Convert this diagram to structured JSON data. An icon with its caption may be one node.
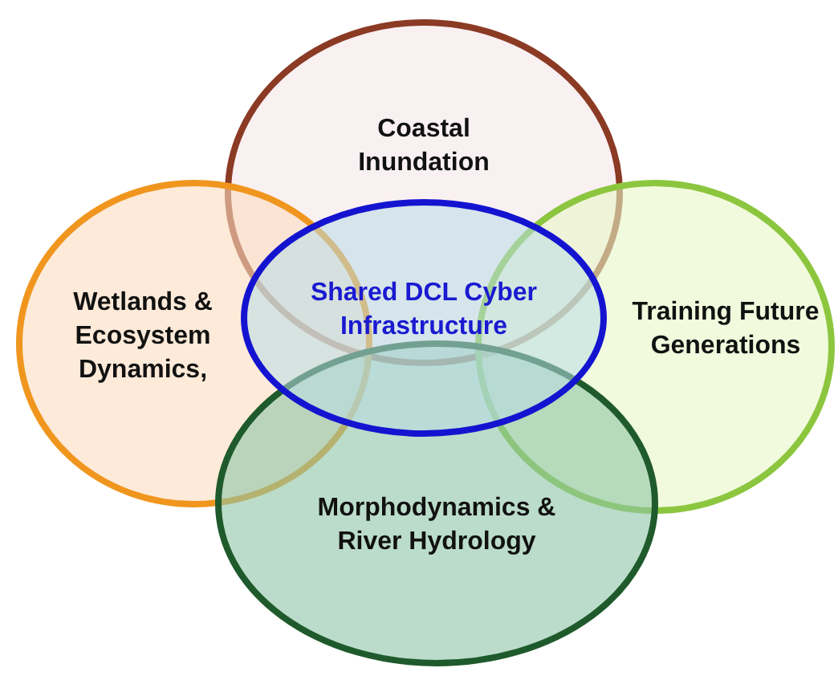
{
  "diagram": {
    "nodes": [
      {
        "text": [
          "Coastal Inundation"
        ]
      },
      {
        "text": [
          "Wetlands & Ecosystem Dynamics,"
        ]
      },
      {
        "text": [
          "Training Future Generations"
        ]
      },
      {
        "text": [
          "Morphodynamics & River Hydrology"
        ]
      },
      {
        "text": [
          "Shared DCL Cyber Infrastructure"
        ]
      }
    ]
  }
}
